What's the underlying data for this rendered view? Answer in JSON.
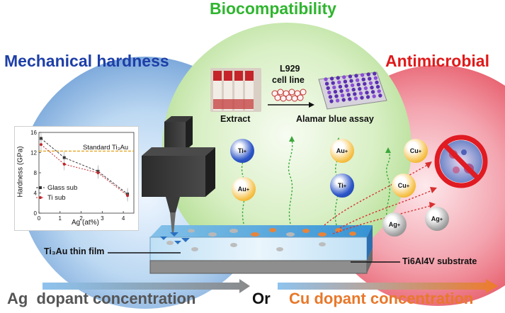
{
  "titles": {
    "biocompatibility": "Biocompatibility",
    "mechanical_hardness": "Mechanical hardness",
    "antimicrobial": "Antimicrobial"
  },
  "bio_panel": {
    "cell_line_1": "L929",
    "cell_line_2": "cell line",
    "extract": "Extract",
    "assay": "Alamar blue assay"
  },
  "labels": {
    "film": "Ti₃Au thin film",
    "substrate": "Ti6Al4V substrate"
  },
  "bottom": {
    "ag_dopant": "Ag  dopant concentration",
    "or": "Or",
    "cu_dopant": "Cu dopant concentration"
  },
  "ions": [
    {
      "id": "ti-1",
      "symbol": "Ti",
      "charge": "+",
      "type": "ti"
    },
    {
      "id": "au-1",
      "symbol": "Au",
      "charge": "+",
      "type": "au"
    },
    {
      "id": "au-2",
      "symbol": "Au",
      "charge": "+",
      "type": "au"
    },
    {
      "id": "ti-2",
      "symbol": "Ti",
      "charge": "+",
      "type": "ti"
    },
    {
      "id": "cu-1",
      "symbol": "Cu",
      "charge": "+",
      "type": "cu"
    },
    {
      "id": "cu-2",
      "symbol": "Cu",
      "charge": "+",
      "type": "cu"
    },
    {
      "id": "ag-1",
      "symbol": "Ag",
      "charge": "+",
      "type": "ag"
    },
    {
      "id": "ag-2",
      "symbol": "Ag",
      "charge": "+",
      "type": "ag"
    }
  ],
  "colors": {
    "mechanical": "#1e3fa8",
    "bio": "#2fb52f",
    "antimicrobial": "#e01919",
    "cu_text": "#e8782a",
    "ag_text": "#555555"
  },
  "chart_data": {
    "type": "line",
    "xlabel": "Ag (at%)",
    "ylabel": "Hardness (GPa)",
    "xlim": [
      0,
      4.5
    ],
    "ylim": [
      0,
      16
    ],
    "xticks": [
      0,
      1,
      2,
      3,
      4
    ],
    "yticks": [
      0,
      4,
      8,
      12,
      16
    ],
    "reference": {
      "name": "Standard Ti₃Au",
      "value": 12.3
    },
    "series": [
      {
        "name": "Glass sub",
        "x": [
          0.1,
          1.2,
          2.8,
          4.2
        ],
        "y": [
          14.8,
          11.0,
          8.3,
          3.8
        ]
      },
      {
        "name": "Ti sub",
        "x": [
          0.1,
          1.2,
          2.8,
          4.2
        ],
        "y": [
          13.6,
          9.7,
          8.0,
          3.5
        ]
      }
    ]
  }
}
